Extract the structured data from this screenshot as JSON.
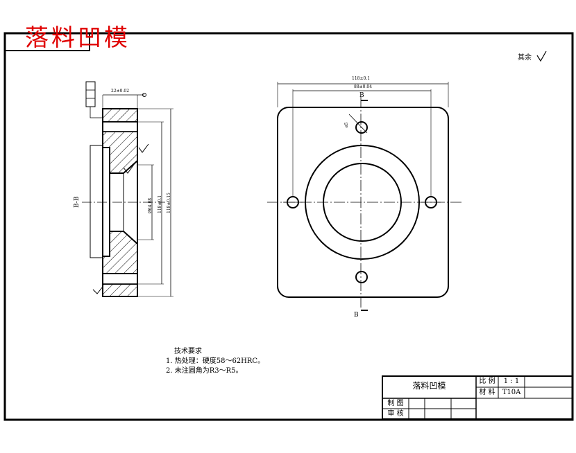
{
  "drawing": {
    "stamp_title": "落料凹模",
    "surface_note": "其余",
    "section_label": "B-B",
    "tech_requirements": {
      "heading": "技术要求",
      "items": [
        "1. 热处理：硬度58～62HRC。",
        "2. 未注圆角为R3～R5。"
      ]
    },
    "dims": {
      "top_outer": "118±0.1",
      "top_hole_span": "88±0.04",
      "side_thickness": "22±0.02",
      "side_d1": "Ø64.08",
      "side_d2": "118±0.1",
      "side_d3": "118±0.15",
      "side_small": "ø5",
      "b_mark_top": "B",
      "b_mark_bottom": "B"
    },
    "title_block": {
      "part_name": "落料凹模",
      "scale_label": "比 例",
      "scale_value": "1 : 1",
      "material_label": "材 料",
      "material_value": "T10A",
      "drawn_label": "制 图",
      "checked_label": "审 核"
    }
  }
}
